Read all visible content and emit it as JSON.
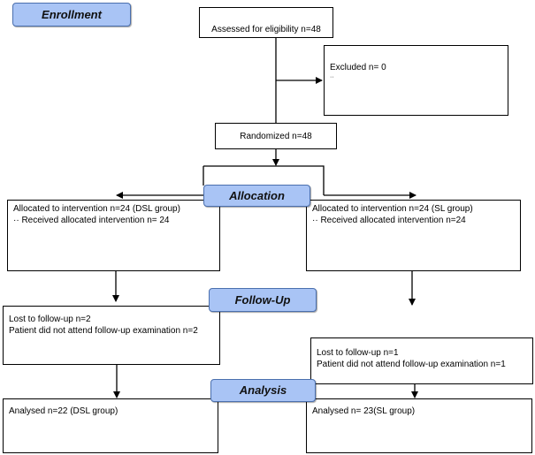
{
  "stages": {
    "enrollment": "Enrollment",
    "allocation": "Allocation",
    "followup": "Follow-Up",
    "analysis": "Analysis"
  },
  "boxes": {
    "assessed": {
      "lines": [
        "Assessed for eligibility n=48"
      ]
    },
    "excluded": {
      "lines": [
        "Excluded n= 0",
        "··"
      ]
    },
    "randomized": {
      "lines": [
        "Randomized n=48"
      ]
    },
    "alloc_left": {
      "lines": [
        "Allocated to intervention n=24 (DSL group)",
        "·· Received allocated intervention n= 24"
      ]
    },
    "alloc_right": {
      "lines": [
        "Allocated to intervention n=24 (SL group)",
        "·· Received allocated intervention n=24"
      ]
    },
    "lost_left": {
      "lines": [
        "Lost to follow-up n=2",
        "Patient did not attend follow-up examination n=2"
      ]
    },
    "lost_right": {
      "lines": [
        "Lost to follow-up n=1",
        "Patient did not attend follow-up examination n=1"
      ]
    },
    "analysed_left": {
      "lines": [
        "Analysed n=22  (DSL group)"
      ]
    },
    "analysed_right": {
      "lines": [
        "Analysed  n= 23(SL group)"
      ]
    }
  }
}
